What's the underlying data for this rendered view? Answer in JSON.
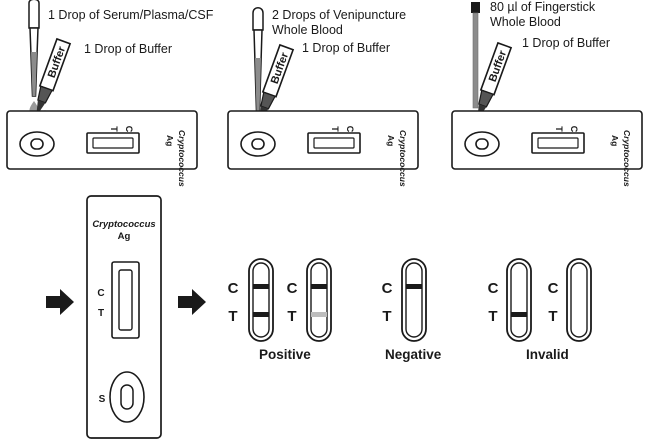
{
  "panels": [
    {
      "drop_label": "1 Drop of Serum/Plasma/CSF",
      "buffer_label": "1 Drop of Buffer"
    },
    {
      "drop_label_1": "2 Drops of Venipuncture",
      "drop_label_2": "Whole Blood",
      "buffer_label": "1 Drop of Buffer"
    },
    {
      "drop_label_1": "80 µl of Fingerstick",
      "drop_label_2": "Whole Blood",
      "buffer_label": "1 Drop of Buffer"
    }
  ],
  "device": {
    "brand_line1": "Cryptococcus",
    "brand_line2": "Ag",
    "sample_port": "S",
    "control_mark": "C",
    "test_mark": "T",
    "buffer_bottle_label": "Buffer"
  },
  "results": {
    "positive_label": "Positive",
    "negative_label": "Negative",
    "invalid_label": "Invalid",
    "control_letter": "C",
    "test_letter": "T"
  },
  "colors": {
    "ink": "#1a1a1a",
    "fill_gray": "#8c8c8c",
    "faint_line": "#bdbdbd",
    "drop": "#9a9a9a"
  }
}
